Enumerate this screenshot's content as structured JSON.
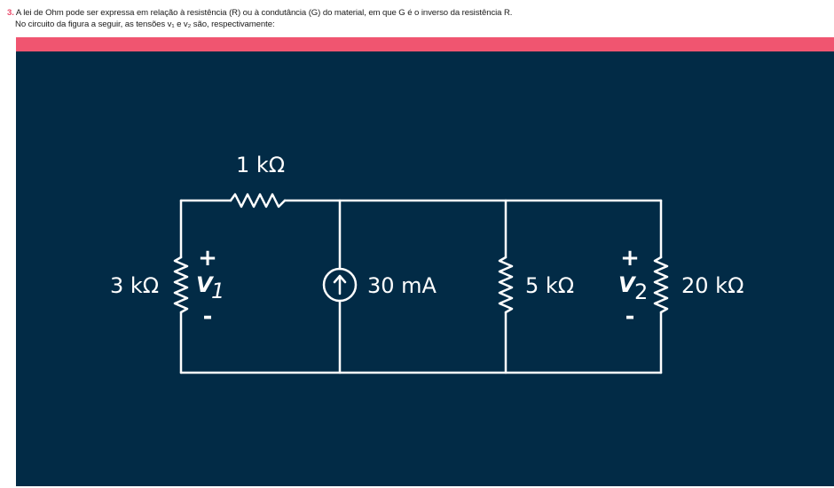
{
  "question": {
    "number": "3.",
    "line1": "A lei de Ohm pode ser expressa em relação à resistência (R) ou à condutância (G) do material, em que G é o inverso da resistência R.",
    "line2": "No circuito da figura a seguir, as tensões v₁ e v₂ são, respectivamente:"
  },
  "colors": {
    "accent_bar": "#f05570",
    "figure_background": "#022b46",
    "wire": "#ffffff"
  },
  "circuit": {
    "r_series": "1 kΩ",
    "r_left": "3 kΩ",
    "current_source": "30 mA",
    "r_middle": "5 kΩ",
    "r_right": "20 kΩ",
    "v1_label": "V",
    "v1_sub": "1",
    "v2_label": "V",
    "v2_sub": "2",
    "plus": "+",
    "minus": "-",
    "source_icon": "arrow-up-icon"
  }
}
